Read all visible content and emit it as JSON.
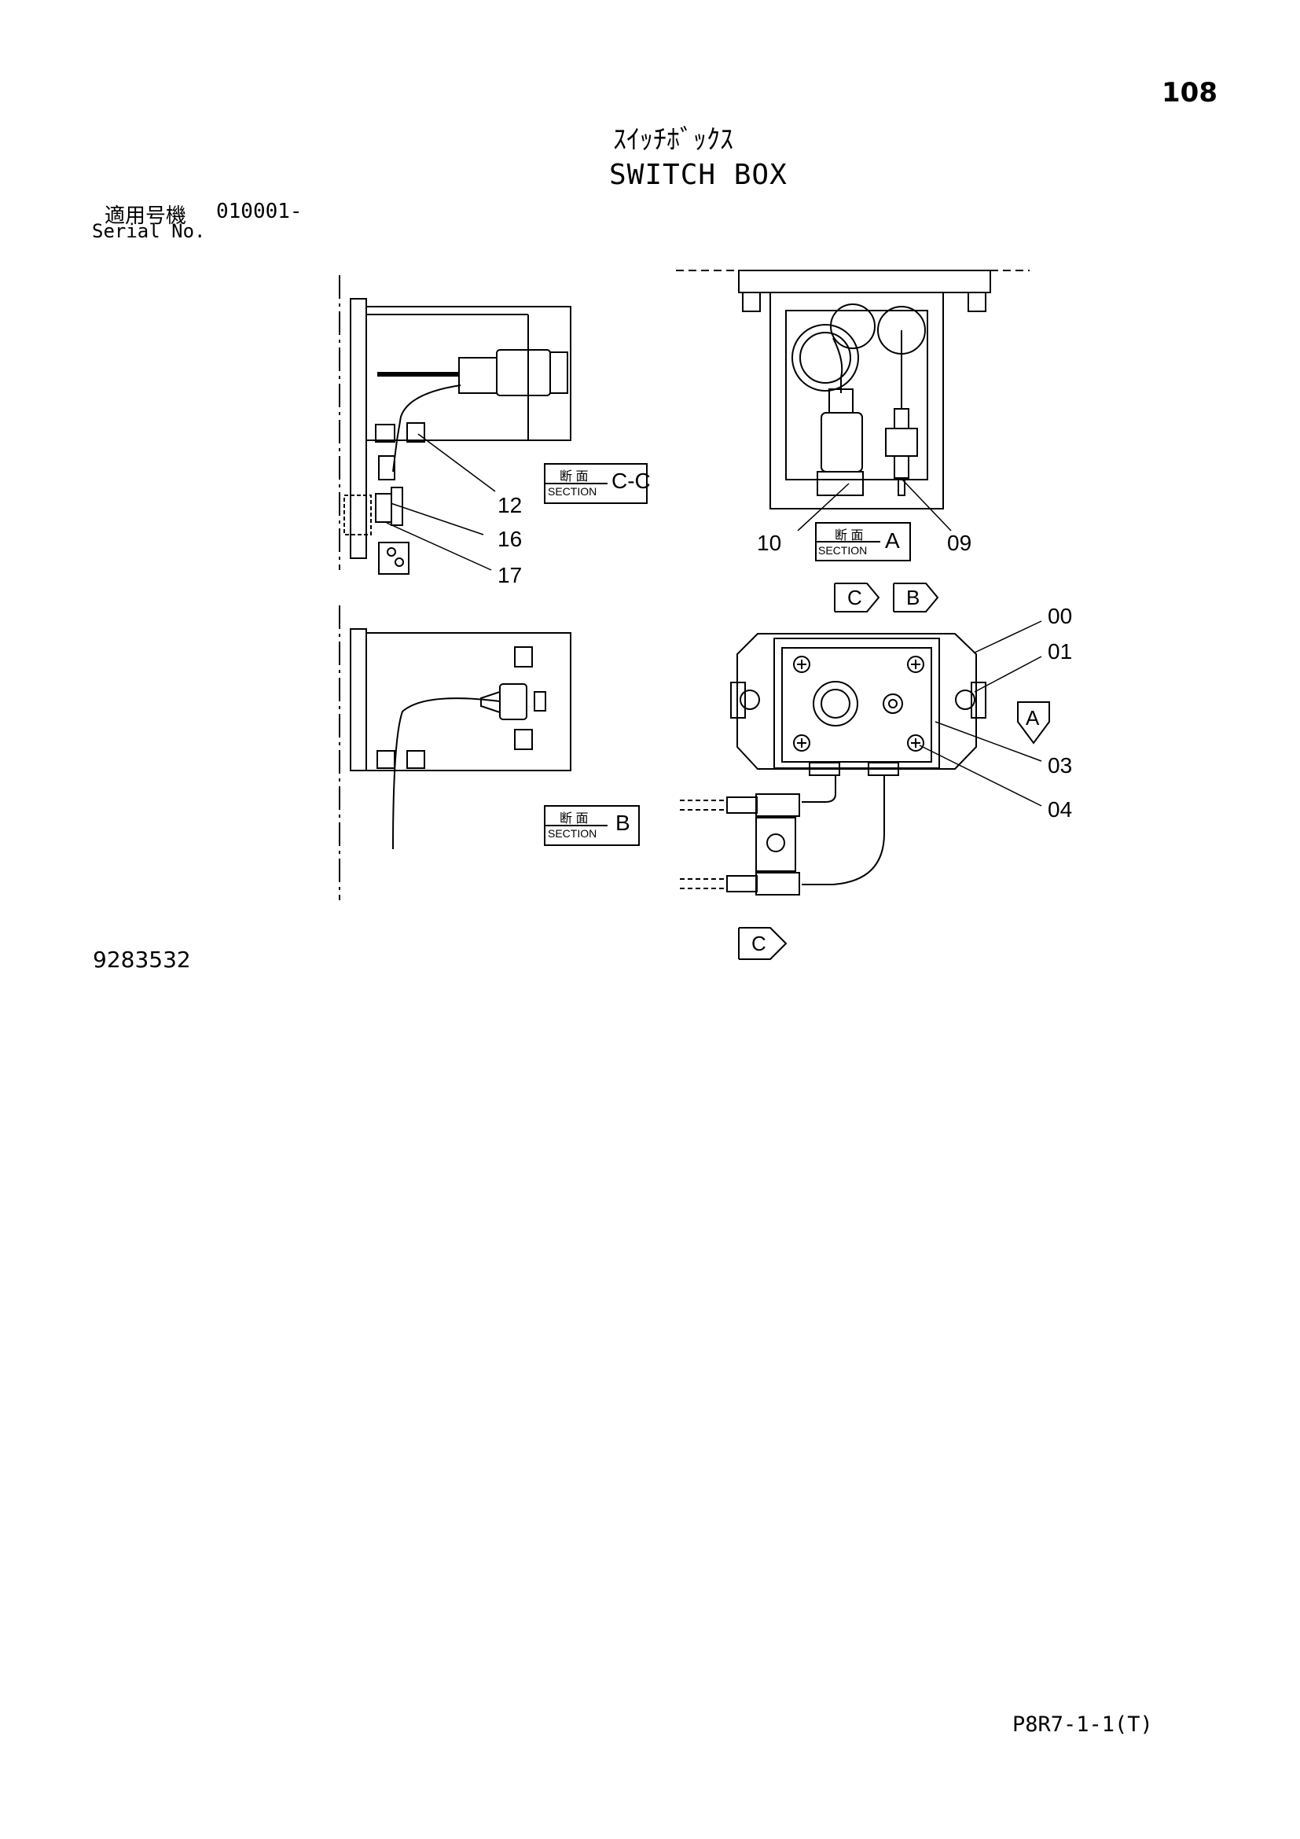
{
  "page_number": "108",
  "title_jp": "ｽｲｯﾁﾎﾞｯｸｽ",
  "title_en": "SWITCH BOX",
  "serial": {
    "label_jp": "適用号機",
    "value": "010001-",
    "label_en": "Serial No."
  },
  "drawing_number": "9283532",
  "catalog_code": "P8R7-1-1(T)",
  "sections": {
    "cc": {
      "jp": "断 面",
      "en": "SECTION",
      "letter": "C-C"
    },
    "a": {
      "jp": "断 面",
      "en": "SECTION",
      "letter": "A"
    },
    "b": {
      "jp": "断 面",
      "en": "SECTION",
      "letter": "B"
    }
  },
  "view_arrows": {
    "c_top": "C",
    "b_top": "B",
    "a_side": "A",
    "c_bottom": "C"
  },
  "callouts": [
    "12",
    "16",
    "17",
    "10",
    "09",
    "00",
    "01",
    "03",
    "04"
  ]
}
